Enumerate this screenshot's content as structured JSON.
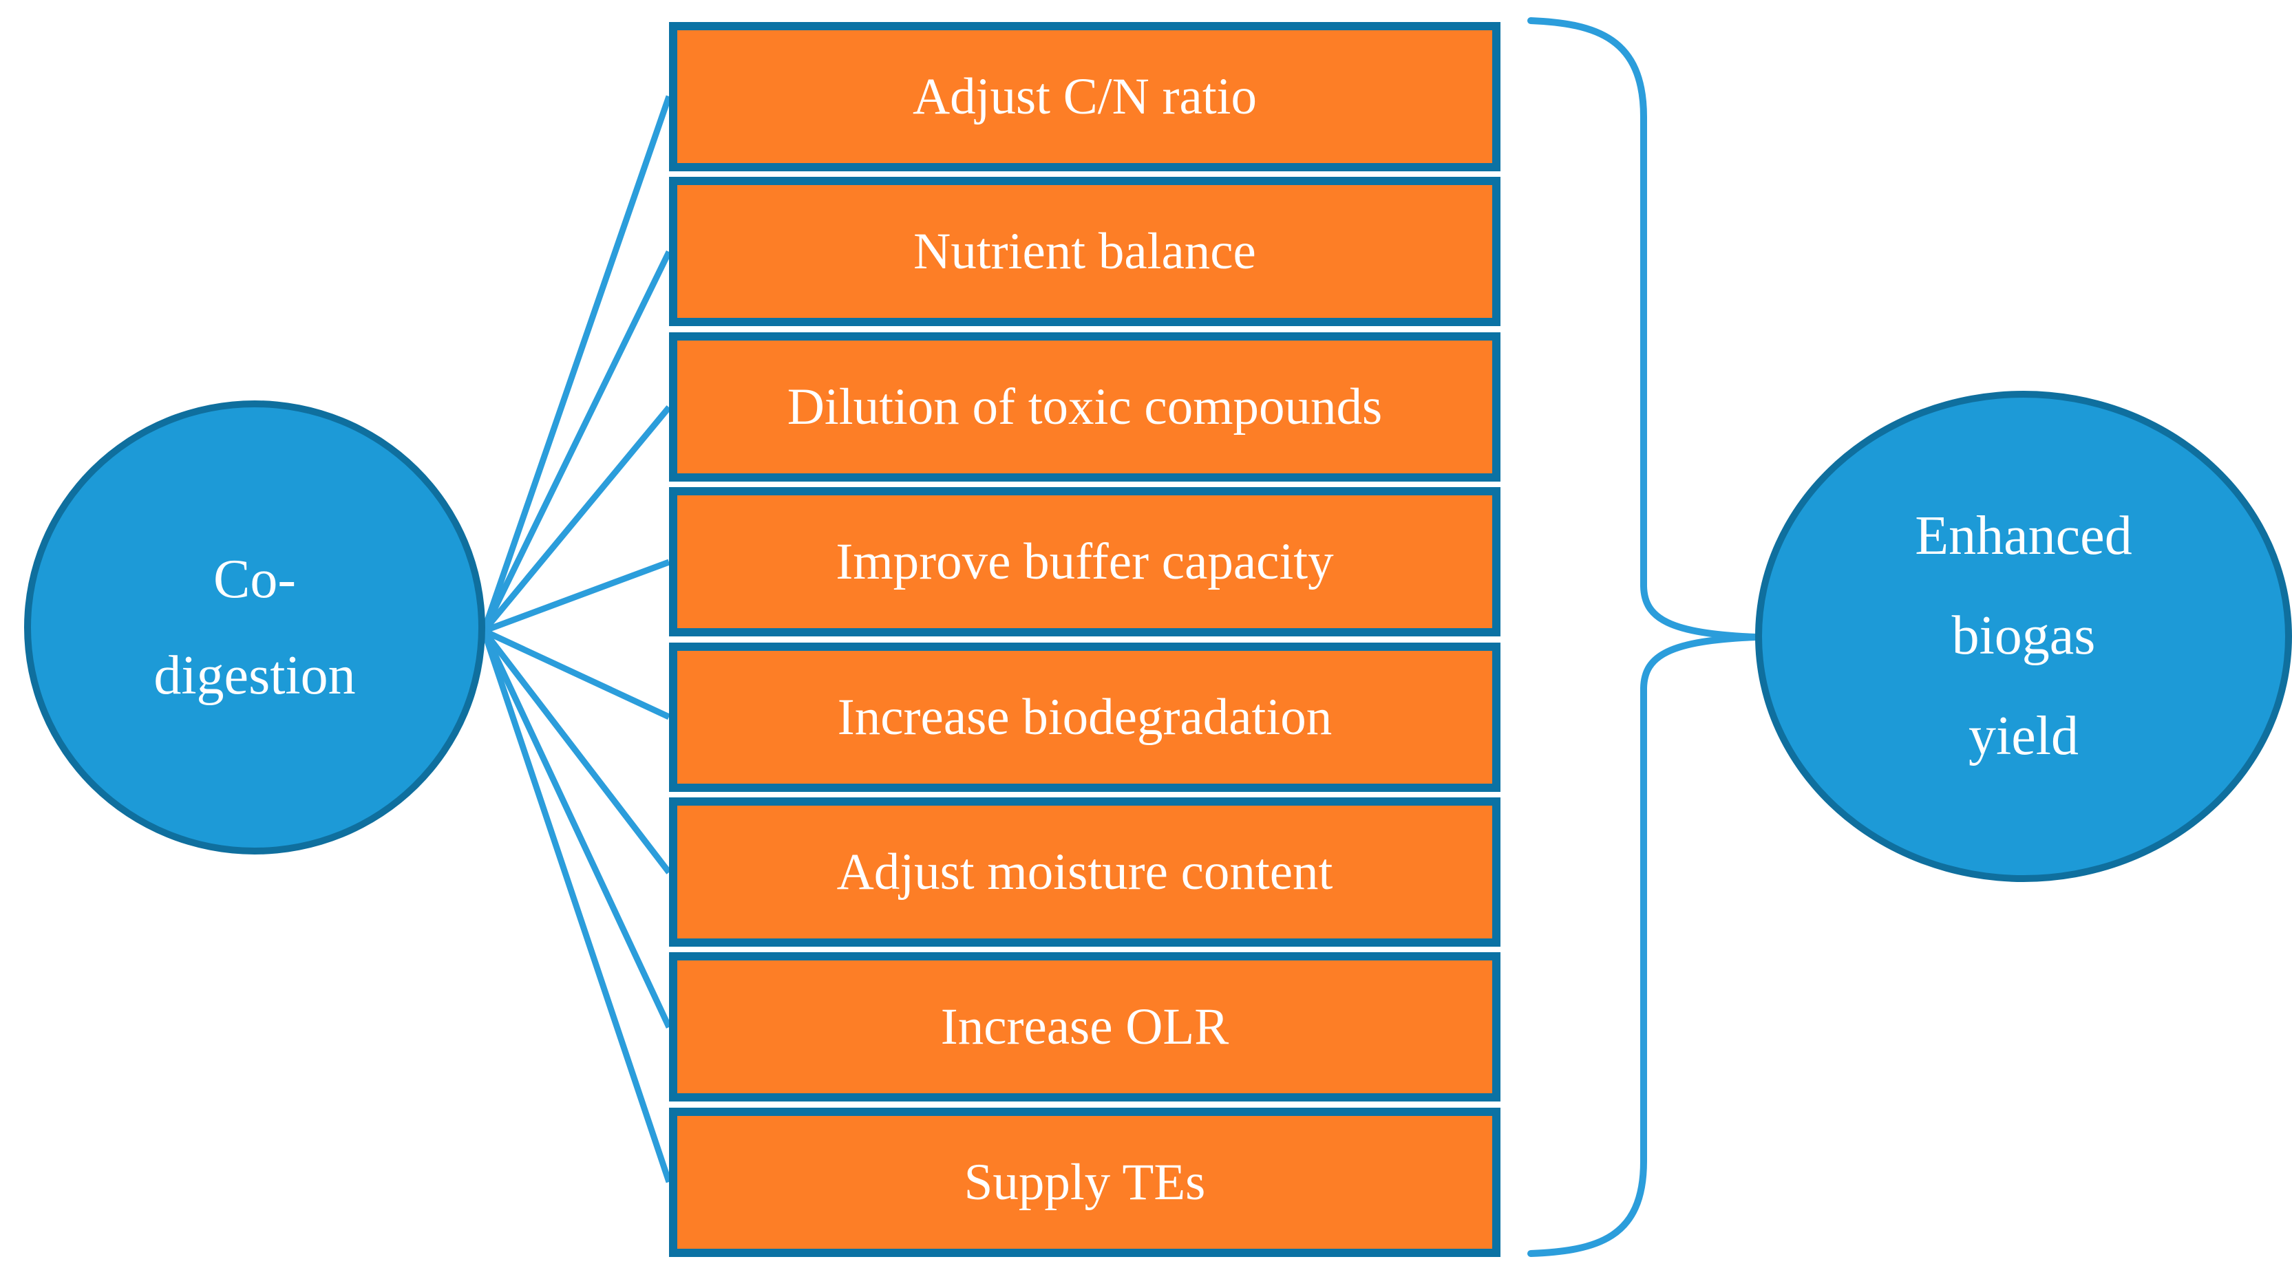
{
  "figure": {
    "source_node": {
      "lines": [
        "Co-",
        "digestion"
      ]
    },
    "benefits": [
      {
        "label": "Adjust C/N ratio"
      },
      {
        "label": "Nutrient balance"
      },
      {
        "label": "Dilution of toxic compounds"
      },
      {
        "label": "Improve buffer capacity"
      },
      {
        "label": "Increase biodegradation"
      },
      {
        "label": "Adjust moisture content"
      },
      {
        "label": "Increase OLR"
      },
      {
        "label": "Supply TEs"
      }
    ],
    "result_node": {
      "lines": [
        "Enhanced",
        "biogas",
        "yield"
      ]
    }
  },
  "theme": {
    "colors": {
      "box_fill": "#FD7E26",
      "box_border": "#0B72A4",
      "node_fill": "#1D9AD7",
      "node_stroke": "#0F6F9E",
      "connector": "#2B9DDB",
      "text": "#FFFFFF",
      "background": "#FFFFFF"
    }
  }
}
